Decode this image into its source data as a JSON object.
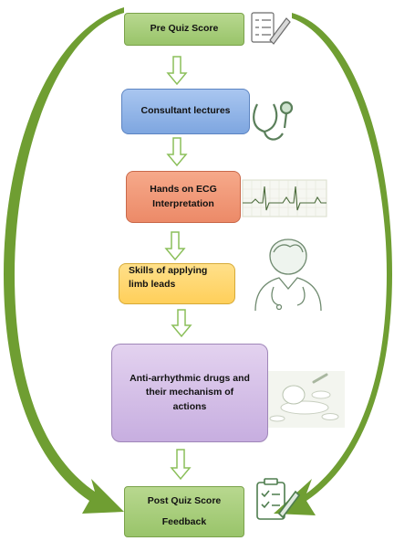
{
  "diagram": {
    "pre_quiz": "Pre Quiz Score",
    "consultant": "Consultant lectures",
    "ecg_line1": "Hands on ECG",
    "ecg_line2": "Interpretation",
    "skills_line1": "Skills of applying",
    "skills_line2": "limb leads",
    "anti_line1": "Anti-arrhythmic drugs and",
    "anti_line2": "their mechanism of",
    "anti_line3": "actions",
    "post_quiz": "Post Quiz Score",
    "feedback": "Feedback"
  },
  "colors": {
    "loop_arrow": "#6f9e32",
    "down_arrow_fill": "#ffffff",
    "down_arrow_stroke": "#8bbf5a"
  }
}
